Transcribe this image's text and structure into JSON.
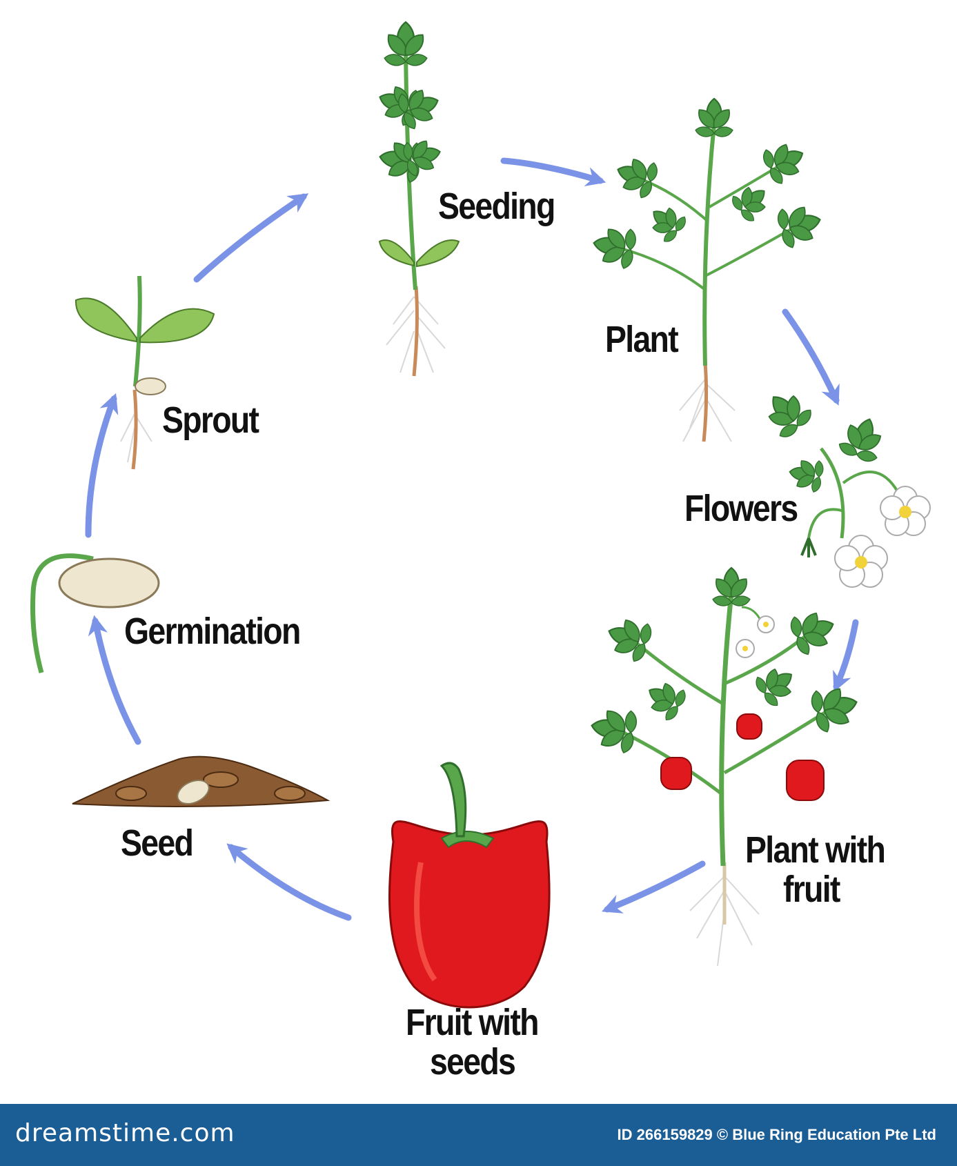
{
  "stages": {
    "seeding": "Seeding",
    "plant": "Plant",
    "flowers": "Flowers",
    "plant_with_fruit_line1": "Plant with",
    "plant_with_fruit_line2": "fruit",
    "fruit_with_seeds_line1": "Fruit with",
    "fruit_with_seeds_line2": "seeds",
    "seed": "Seed",
    "germination": "Germination",
    "sprout": "Sprout"
  },
  "footer": {
    "logo": "dreamstime.com",
    "credit": "ID 266159829 © Blue Ring Education Pte Ltd"
  },
  "colors": {
    "arrow": "#7b93e6",
    "leaf": "#4a9a45",
    "leaf_dark": "#2f6e2c",
    "stem": "#5aa64a",
    "root": "#c98a5a",
    "pepper": "#e0191f",
    "footer": "#1b5e96"
  }
}
